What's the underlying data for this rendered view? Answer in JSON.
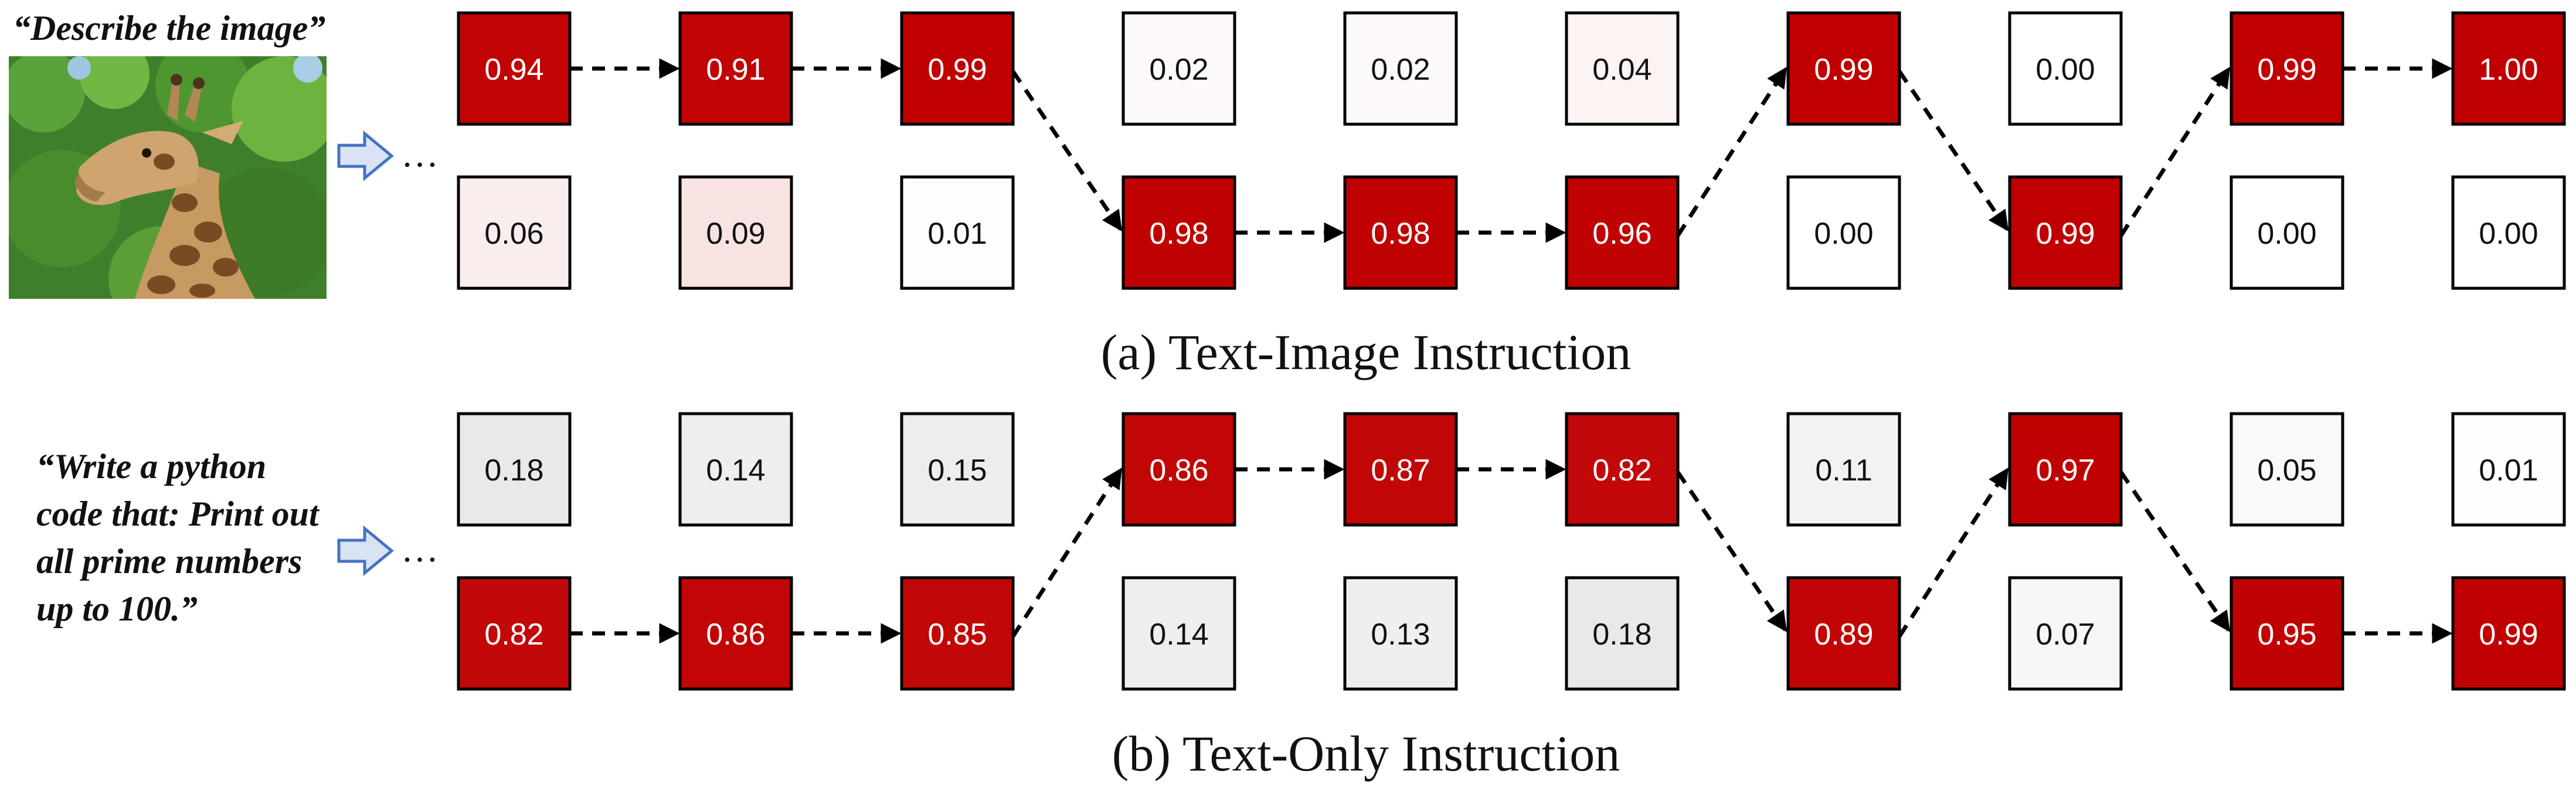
{
  "panels": [
    {
      "id": "a",
      "caption_tag": "(a)",
      "caption": "Text-Image Instruction",
      "prompt": "“Describe the image”",
      "has_image": true,
      "image_alt": "photo of a giraffe in front of trees",
      "rows": [
        [
          0.94,
          0.91,
          0.99,
          0.02,
          0.02,
          0.04,
          0.99,
          0.0,
          0.99,
          1.0
        ],
        [
          0.06,
          0.09,
          0.01,
          0.98,
          0.98,
          0.96,
          0.0,
          0.99,
          0.0,
          0.0
        ]
      ],
      "path_rows": [
        0,
        0,
        0,
        1,
        1,
        1,
        0,
        1,
        0,
        0
      ]
    },
    {
      "id": "b",
      "caption_tag": "(b)",
      "caption": "Text-Only Instruction",
      "prompt": "“Write a python code that: Print out all prime numbers up to 100.”",
      "has_image": false,
      "rows": [
        [
          0.18,
          0.14,
          0.15,
          0.86,
          0.87,
          0.82,
          0.11,
          0.97,
          0.05,
          0.01
        ],
        [
          0.82,
          0.86,
          0.85,
          0.14,
          0.13,
          0.18,
          0.89,
          0.07,
          0.95,
          0.99
        ]
      ],
      "path_rows": [
        1,
        1,
        1,
        0,
        0,
        0,
        1,
        0,
        1,
        1
      ]
    }
  ],
  "ellipsis": "…",
  "colors": {
    "selected_fill": "#c00000",
    "selected_text": "#ffffff",
    "cell_border": "#000000",
    "low_fill_tint_a": "#c00000",
    "low_fill_tint_b": "#9a9a9a",
    "arrow_fill": "#dae3f3",
    "arrow_stroke": "#4472c4",
    "path": "#000000"
  }
}
